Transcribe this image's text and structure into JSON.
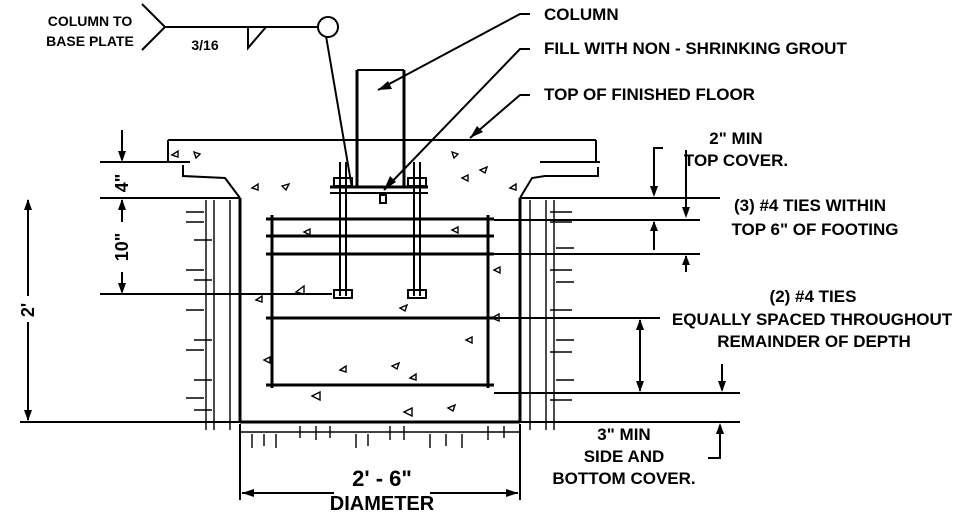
{
  "labels": {
    "weld_callout_line1": "COLUMN TO",
    "weld_callout_line2": "BASE PLATE",
    "weld_size": "3/16",
    "column": "COLUMN",
    "grout": "FILL WITH NON - SHRINKING GROUT",
    "floor": "TOP OF FINISHED FLOOR",
    "top_cover_line1": "2\" MIN",
    "top_cover_line2": "TOP COVER.",
    "top_ties_line1": "(3) #4 TIES WITHIN",
    "top_ties_line2": "TOP 6\" OF FOOTING",
    "other_ties_line1": "(2) #4 TIES",
    "other_ties_line2": "EQUALLY SPACED THROUGHOUT",
    "other_ties_line3": "REMAINDER OF DEPTH",
    "side_cover_line1": "3\" MIN",
    "side_cover_line2": "SIDE AND",
    "side_cover_line3": "BOTTOM COVER."
  },
  "dimensions": {
    "slab": "4\"",
    "embed": "10\"",
    "depth": "2'",
    "diameter": "2' - 6\"",
    "diameter_label": "DIAMETER"
  }
}
